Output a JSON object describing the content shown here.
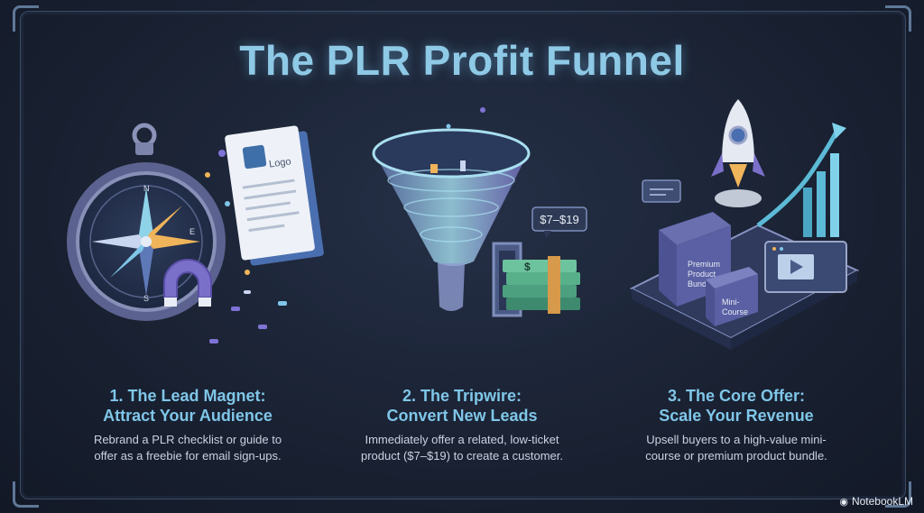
{
  "title": "The PLR Profit Funnel",
  "steps": [
    {
      "heading_line1": "1. The Lead Magnet:",
      "heading_line2": "Attract Your Audience",
      "body_line1": "Rebrand a PLR checklist or guide to",
      "body_line2": "offer as a freebie for email sign-ups.",
      "illustration_label": "Logo"
    },
    {
      "heading_line1": "2. The Tripwire:",
      "heading_line2": "Convert New Leads",
      "body_line1": "Immediately offer a related, low-ticket",
      "body_line2": "product ($7–$19) to create a customer.",
      "price_tag": "$7–$19"
    },
    {
      "heading_line1": "3. The Core Offer:",
      "heading_line2": "Scale Your Revenue",
      "body_line1": "Upsell buyers to a high-value mini-",
      "body_line2": "course or premium product bundle.",
      "box_label_1": "Premium",
      "box_label_2": "Product",
      "box_label_3": "Bundle",
      "box_label_4": "Mini-",
      "box_label_5": "Course"
    }
  ],
  "brand": "NotebookLM",
  "colors": {
    "title": "#8ec9e6",
    "heading": "#7fc6e8",
    "body": "#c9d3e0",
    "background": "#1a2233",
    "frame": "#3b4c66"
  },
  "icons": [
    "compass-icon",
    "magnet-icon",
    "document-icon",
    "funnel-icon",
    "door-icon",
    "money-stack-icon",
    "rocket-icon",
    "growth-arrow-icon",
    "box-icon",
    "video-player-icon"
  ]
}
